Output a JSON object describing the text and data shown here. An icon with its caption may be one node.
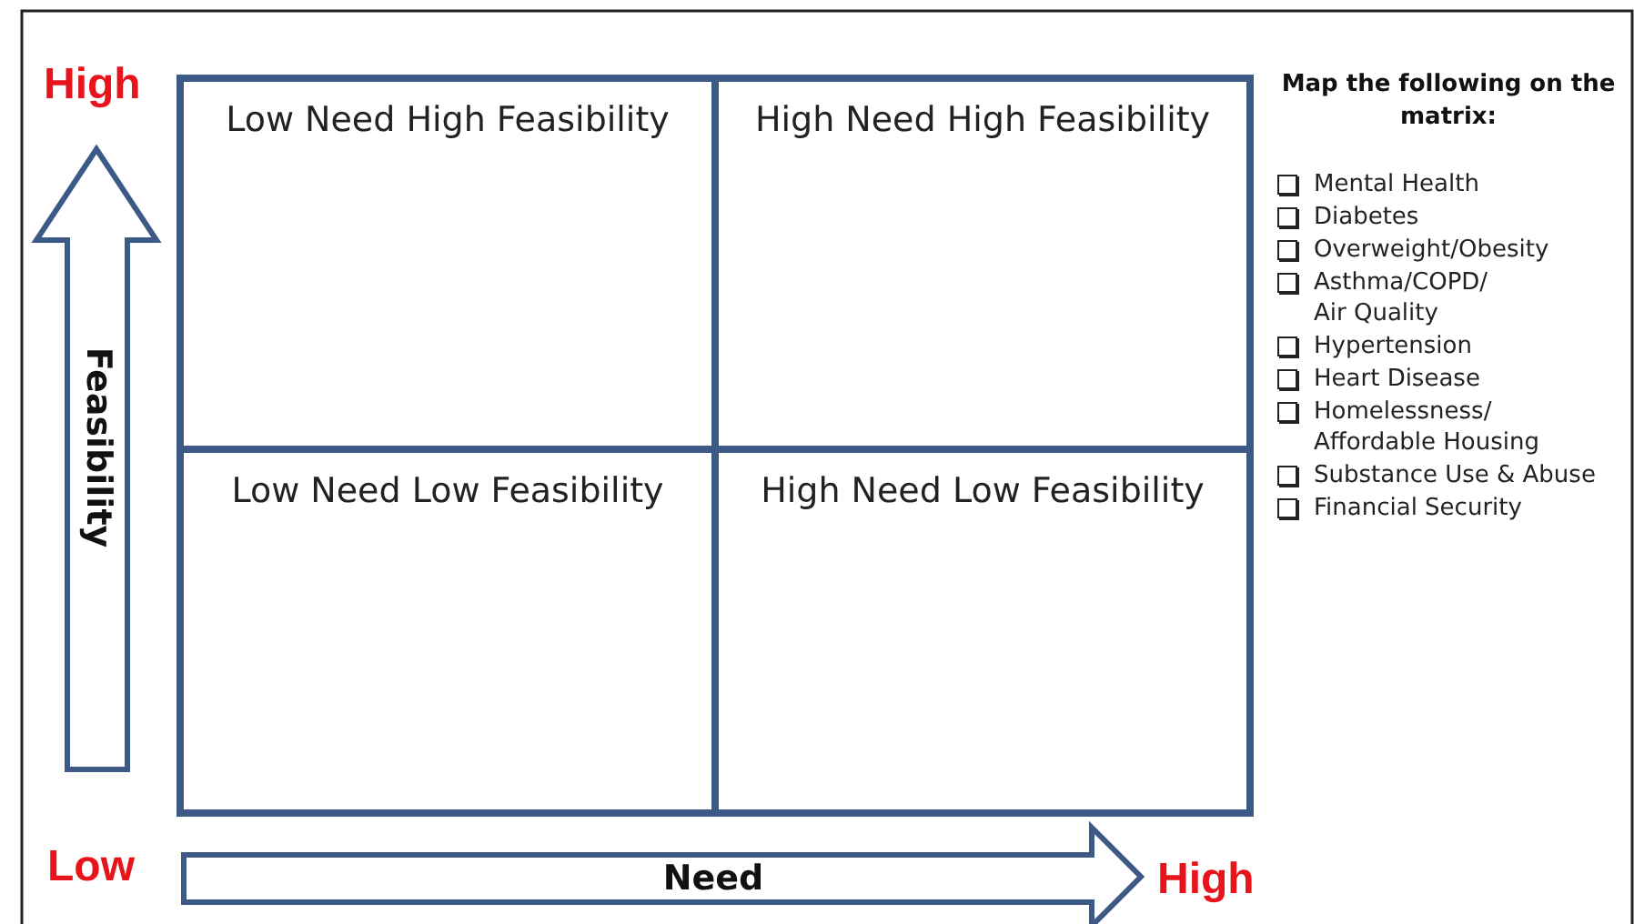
{
  "diagram": {
    "nodes": [
      {
        "text": [
          "Low Need High Feasibility"
        ]
      },
      {
        "text": [
          "High Need High Feasibility"
        ]
      },
      {
        "text": [
          "Low Need Low Feasibility"
        ]
      },
      {
        "text": [
          "High Need Low Feasibility"
        ]
      }
    ],
    "labels": [
      "High",
      "Map the following on the matrix:",
      "Mental Health",
      "Diabetes",
      "Overweight/Obesity",
      "Asthma/COPD/ Air Quality",
      "Hypertension",
      "Heart Disease",
      "Homelessness/ Affordable Housing",
      "Substance Use & Abuse",
      "Financial Security",
      "Feasibility",
      "Low",
      "Need",
      "High"
    ]
  }
}
